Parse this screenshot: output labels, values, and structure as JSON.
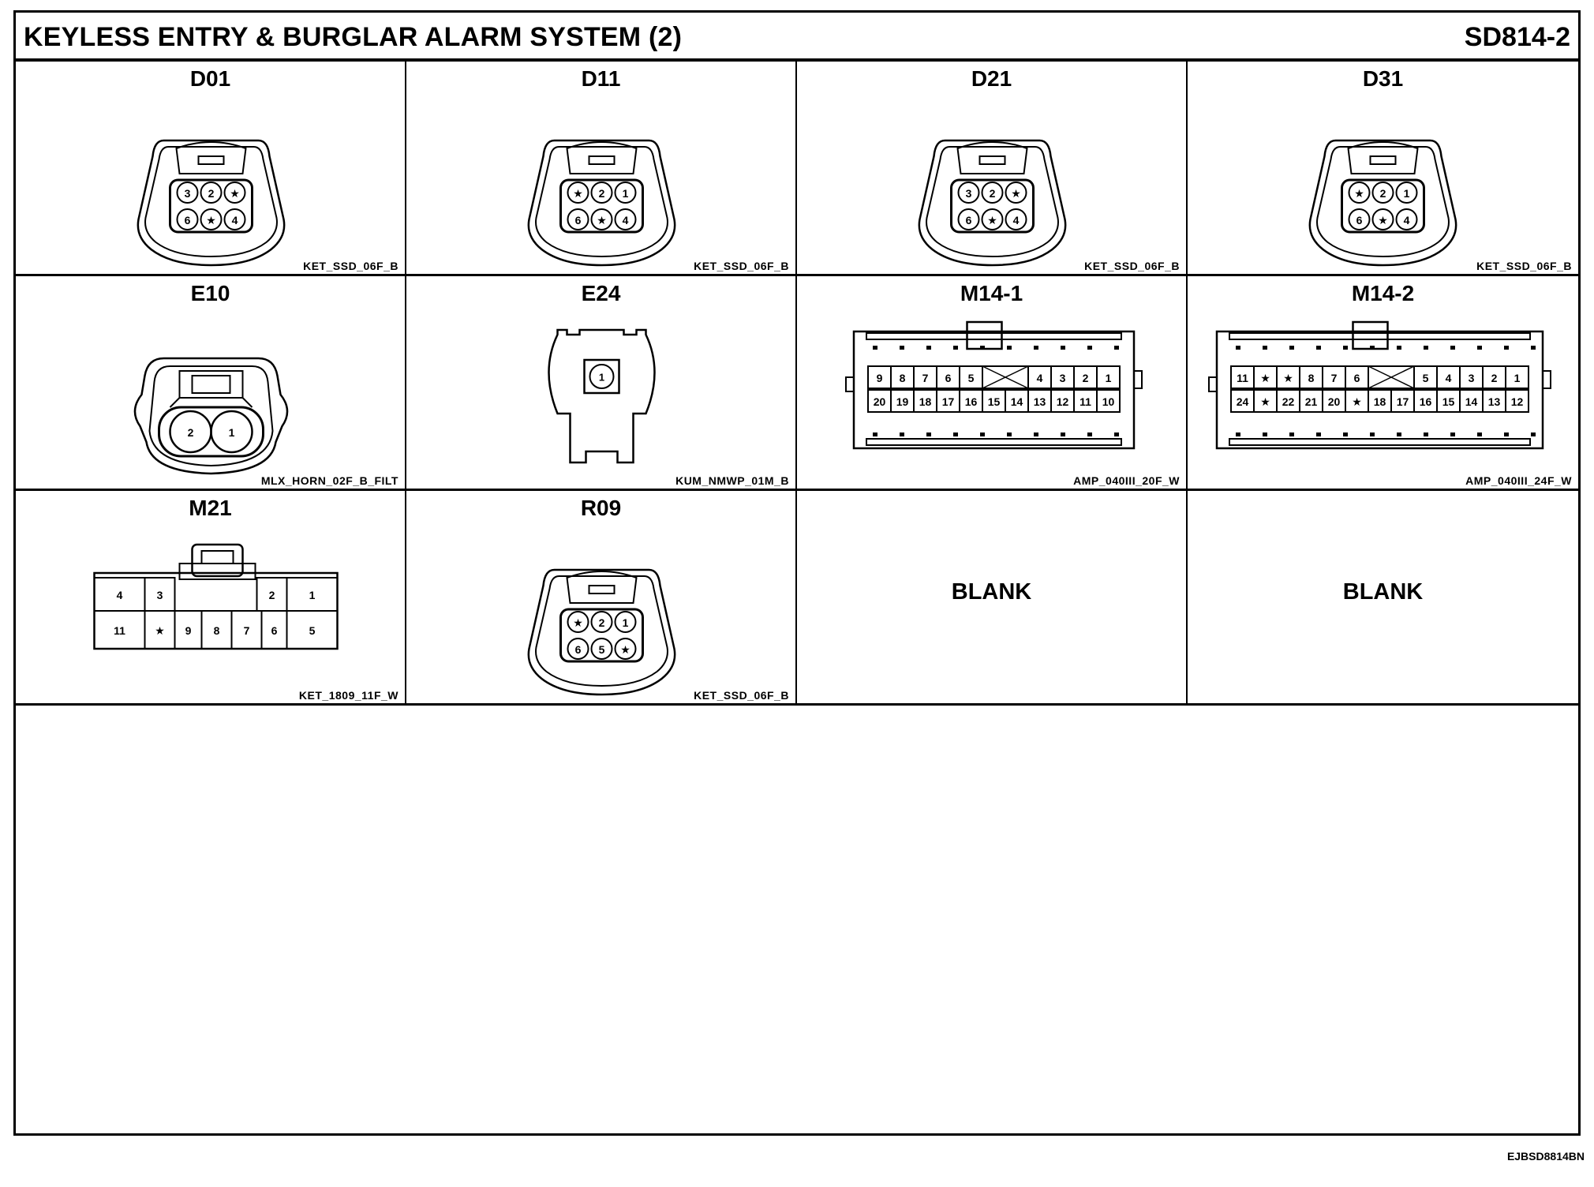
{
  "header": {
    "title": "KEYLESS ENTRY & BURGLAR ALARM SYSTEM (2)",
    "code": "SD814-2"
  },
  "connectors": [
    {
      "label": "D01",
      "part": "KET_SSD_06F_B",
      "pins_top": [
        "3",
        "2",
        "★"
      ],
      "pins_bottom": [
        "6",
        "★",
        "4"
      ]
    },
    {
      "label": "D11",
      "part": "KET_SSD_06F_B",
      "pins_top": [
        "★",
        "2",
        "1"
      ],
      "pins_bottom": [
        "6",
        "★",
        "4"
      ]
    },
    {
      "label": "D21",
      "part": "KET_SSD_06F_B",
      "pins_top": [
        "3",
        "2",
        "★"
      ],
      "pins_bottom": [
        "6",
        "★",
        "4"
      ]
    },
    {
      "label": "D31",
      "part": "KET_SSD_06F_B",
      "pins_top": [
        "★",
        "2",
        "1"
      ],
      "pins_bottom": [
        "6",
        "★",
        "4"
      ]
    },
    {
      "label": "E10",
      "part": "MLX_HORN_02F_B_FILT",
      "pins": [
        "2",
        "1"
      ]
    },
    {
      "label": "E24",
      "part": "KUM_NMWP_01M_B",
      "pins": [
        "1"
      ]
    },
    {
      "label": "M14-1",
      "part": "AMP_040III_20F_W",
      "pins_top": [
        "9",
        "8",
        "7",
        "6",
        "5",
        "X",
        "4",
        "3",
        "2",
        "1"
      ],
      "pins_bottom": [
        "20",
        "19",
        "18",
        "17",
        "16",
        "15",
        "14",
        "13",
        "12",
        "11",
        "10"
      ]
    },
    {
      "label": "M14-2",
      "part": "AMP_040III_24F_W",
      "pins_top": [
        "11",
        "★",
        "★",
        "8",
        "7",
        "6",
        "X",
        "5",
        "4",
        "3",
        "2",
        "1"
      ],
      "pins_bottom": [
        "24",
        "★",
        "22",
        "21",
        "20",
        "★",
        "18",
        "17",
        "16",
        "15",
        "14",
        "13",
        "12"
      ]
    },
    {
      "label": "M21",
      "part": "KET_1809_11F_W",
      "pins_top_left": [
        "4",
        "3"
      ],
      "pins_top_right": [
        "2",
        "1"
      ],
      "pins_bottom": [
        "11",
        "★",
        "9",
        "8",
        "7",
        "6",
        "5"
      ]
    },
    {
      "label": "R09",
      "part": "KET_SSD_06F_B",
      "pins_top": [
        "★",
        "2",
        "1"
      ],
      "pins_bottom": [
        "6",
        "5",
        "★"
      ]
    },
    {
      "blank": "BLANK"
    },
    {
      "blank": "BLANK"
    }
  ],
  "footer": {
    "code": "EJBSD8814BN"
  }
}
